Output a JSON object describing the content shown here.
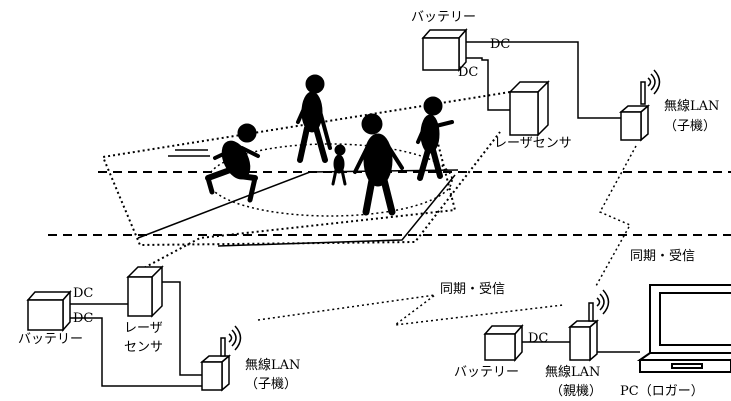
{
  "top": {
    "battery": "バッテリー",
    "dc_a": "DC",
    "dc_b": "DC",
    "sensor": "レーザセンサ",
    "lan_l1": "無線LAN",
    "lan_l2": "（子機）"
  },
  "left": {
    "dc_a": "DC",
    "dc_b": "DC",
    "battery": "バッテリー",
    "sensor_l1": "レーザ",
    "sensor_l2": "センサ",
    "lan_l1": "無線LAN",
    "lan_l2": "（子機）"
  },
  "sync_left": "同期・受信",
  "sync_right": "同期・受信",
  "base": {
    "dc": "DC",
    "battery": "バッテリー",
    "lan_l1": "無線LAN",
    "lan_l2": "（親機）",
    "pc": "PC（ロガー）"
  },
  "icons": [
    "battery-icon",
    "laser-sensor-icon",
    "wireless-lan-icon",
    "laptop-icon",
    "runner-icon"
  ]
}
